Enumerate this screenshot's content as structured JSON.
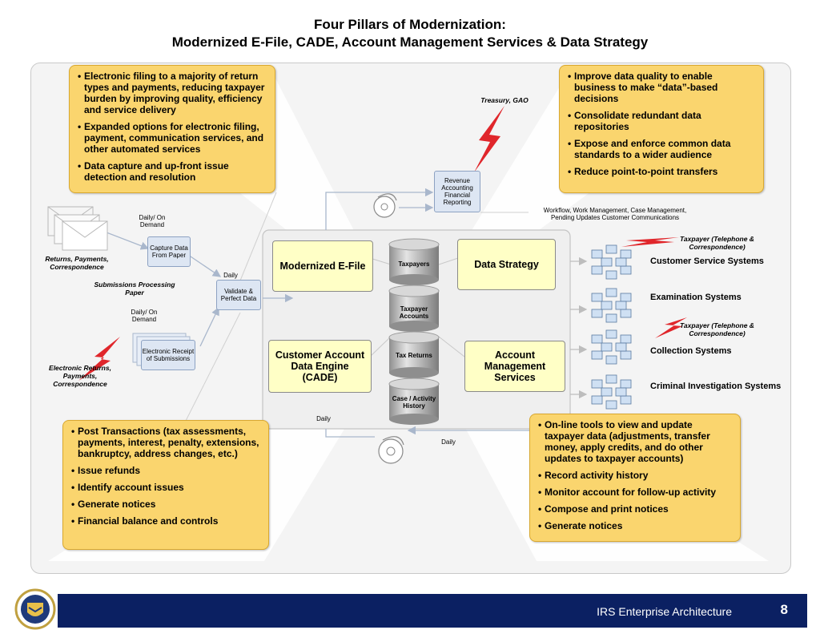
{
  "title": {
    "line1": "Four Pillars of Modernization:",
    "line2": "Modernized E-File, CADE, Account Management Services & Data Strategy"
  },
  "notes": {
    "efile": [
      "Electronic filing to a majority of return types and payments, reducing taxpayer burden by improving quality, efficiency and service delivery",
      "Expanded options for electronic filing, payment, communication services, and other automated services",
      "Data capture and up-front issue detection and resolution"
    ],
    "data_strategy": [
      "Improve data quality to enable business to make “data”-based decisions",
      "Consolidate redundant data repositories",
      "Expose and enforce common data standards to a wider audience",
      "Reduce point-to-point transfers"
    ],
    "cade": [
      "Post Transactions (tax assessments, payments, interest, penalty, extensions, bankruptcy, address changes, etc.)",
      "Issue refunds",
      "Identify account issues",
      "Generate notices",
      "Financial balance and controls"
    ],
    "ams": [
      "On-line tools to view and update taxpayer data (adjustments, transfer money, apply credits, and do other updates to taxpayer accounts)",
      "Record activity history",
      "Monitor account for follow-up activity",
      "Compose and print notices",
      "Generate notices"
    ]
  },
  "pillars": {
    "efile": "Modernized E-File",
    "data_strategy": "Data Strategy",
    "cade": "Customer Account Data Engine (CADE)",
    "ams": "Account Management Services"
  },
  "databases": {
    "taxpayers": "Taxpayers",
    "accounts": "Taxpayer Accounts",
    "returns": "Tax Returns",
    "history": "Case / Activity History"
  },
  "processes": {
    "capture": "Capture Data From Paper",
    "validate": "Validate & Perfect Data",
    "revenue": "Revenue Accounting Financial Reporting",
    "receipt": "Electronic Receipt of Submissions"
  },
  "labels": {
    "treasury": "Treasury, GAO",
    "returns_corr": "Returns, Payments, Correspondence",
    "submissions": "Submissions Processing Paper",
    "daily_on_demand_1": "Daily/ On Demand",
    "daily_on_demand_2": "Daily/ On Demand",
    "daily_1": "Daily",
    "daily_2": "Daily",
    "daily_3": "Daily",
    "electronic_returns": "Electronic Returns, Payments, Correspondence",
    "workflow": "Workflow, Work Management,  Case Management, Pending Updates Customer Communications",
    "taxpayer_phone_1": "Taxpayer (Telephone & Correspondence)",
    "taxpayer_phone_2": "Taxpayer (Telephone & Correspondence)"
  },
  "systems": [
    "Customer Service Systems",
    "Examination Systems",
    "Collection Systems",
    "Criminal Investigation Systems"
  ],
  "footer": {
    "text": "IRS Enterprise Architecture",
    "page": "8"
  },
  "colors": {
    "note": "#fad56e",
    "pillar": "#ffffc6",
    "footer": "#0b2062",
    "bolt": "#e0262b",
    "cylinder": "#b8b8b8"
  }
}
